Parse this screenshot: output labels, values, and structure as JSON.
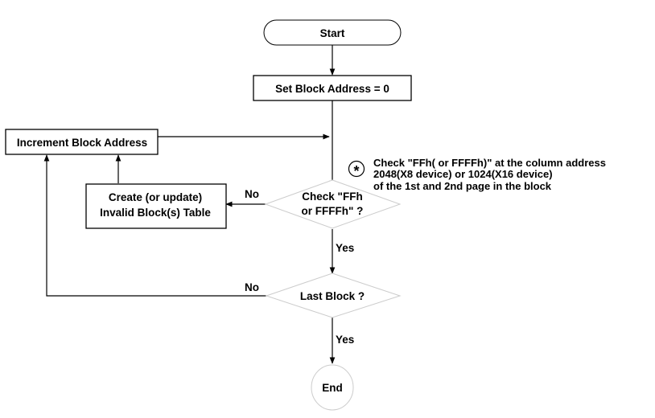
{
  "nodes": {
    "start": "Start",
    "set_block": "Set Block Address = 0",
    "increment": "Increment Block Address",
    "create_line1": "Create (or update)",
    "create_line2": "Invalid Block(s) Table",
    "check_line1": "Check \"FFh",
    "check_line2": "or FFFFh\" ?",
    "last_block": "Last Block ?",
    "end": "End"
  },
  "edges": {
    "no_check": "No",
    "yes_check": "Yes",
    "no_last": "No",
    "yes_last": "Yes"
  },
  "note": {
    "marker": "*",
    "line1": "Check \"FFh( or FFFFh)\" at the column address",
    "line2": "2048(X8 device) or 1024(X16 device)",
    "line3": "of the 1st and 2nd page in the block"
  }
}
